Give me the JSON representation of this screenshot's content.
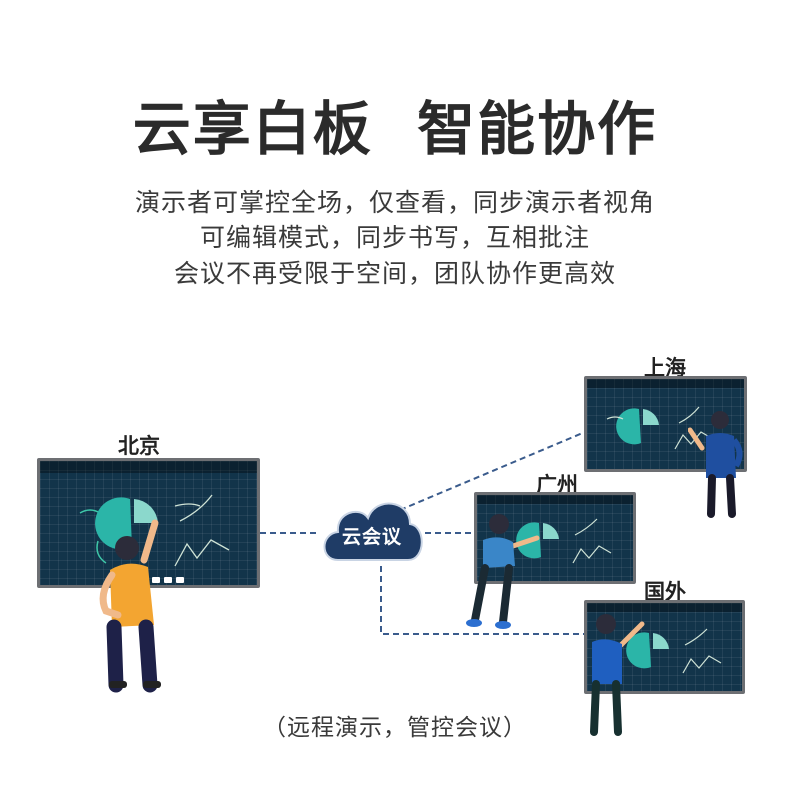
{
  "header": {
    "title": "云享白板  智能协作",
    "lines": [
      "演示者可掌控全场，仅查看，同步演示者视角",
      "可编辑模式，同步书写，互相批注",
      "会议不再受限于空间，团队协作更高效"
    ]
  },
  "locations": {
    "beijing": "北京",
    "shanghai": "上海",
    "guangzhou": "广州",
    "abroad": "国外"
  },
  "cloud": {
    "label": "云会议"
  },
  "caption": "（远程演示，管控会议）",
  "colors": {
    "screen": "#12344a",
    "bezel": "#6d6f73",
    "cloud": "#1f3c66",
    "link": "#3a5b8c",
    "accent_teal": "#2bb5a8"
  }
}
